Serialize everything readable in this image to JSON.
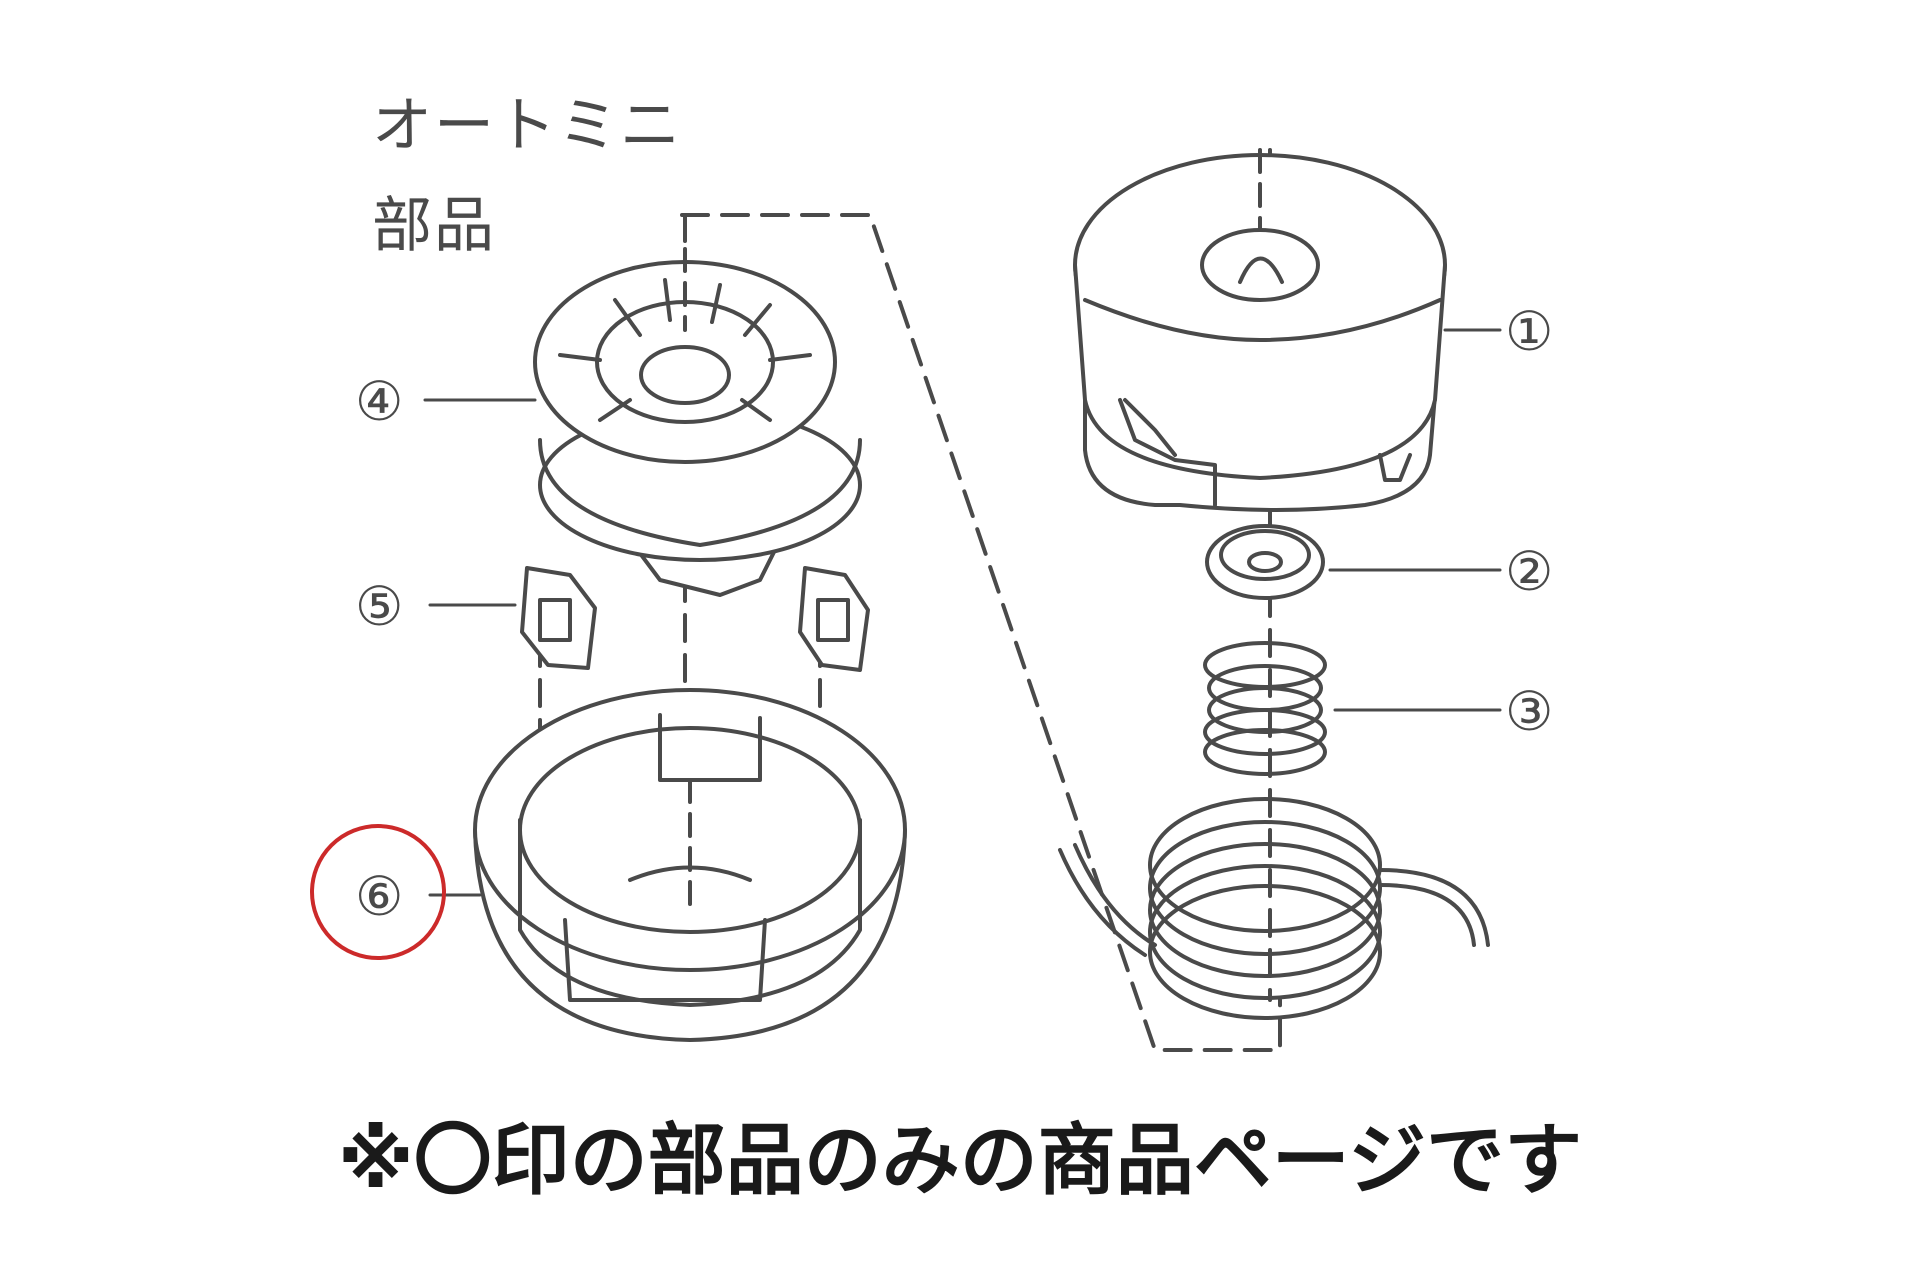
{
  "title": {
    "line1": "オートミニ",
    "line2": "部品"
  },
  "parts": [
    {
      "id": "1",
      "label": "①",
      "name": "cover"
    },
    {
      "id": "2",
      "label": "②",
      "name": "washer"
    },
    {
      "id": "3",
      "label": "③",
      "name": "spring"
    },
    {
      "id": "4",
      "label": "④",
      "name": "spool"
    },
    {
      "id": "5",
      "label": "⑤",
      "name": "clip"
    },
    {
      "id": "6",
      "label": "⑥",
      "name": "base"
    }
  ],
  "highlighted_part": "6",
  "footer": "※〇印の部品のみの商品ページです",
  "colors": {
    "line": "#4a4a4a",
    "highlight": "#cc2a2a",
    "text": "#1a1a1a"
  }
}
